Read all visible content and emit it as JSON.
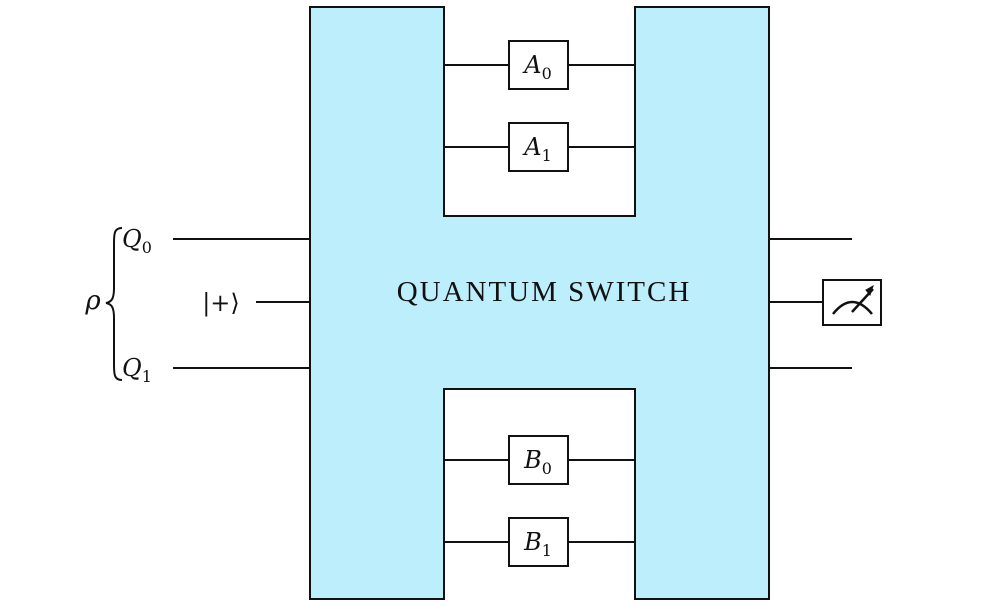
{
  "diagram": {
    "title": "QUANTUM SWITCH",
    "colors": {
      "switch_fill": "#bdeefb",
      "stroke": "#111111",
      "gate_fill": "#ffffff"
    },
    "inputs": {
      "state_symbol": "ρ",
      "q0": {
        "main": "Q",
        "sub": "0"
      },
      "plus_state": "|+⟩",
      "q1": {
        "main": "Q",
        "sub": "1"
      }
    },
    "gates": {
      "a0": {
        "main": "A",
        "sub": "0"
      },
      "a1": {
        "main": "A",
        "sub": "1"
      },
      "b0": {
        "main": "B",
        "sub": "0"
      },
      "b1": {
        "main": "B",
        "sub": "1"
      }
    },
    "measurement_icon": "meter-icon"
  }
}
